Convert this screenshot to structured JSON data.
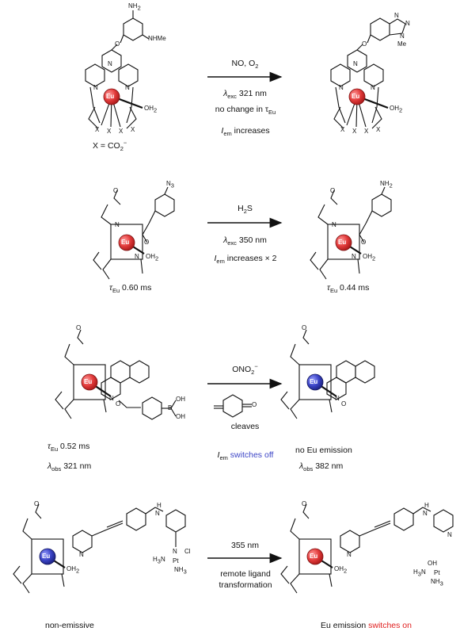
{
  "reactions": [
    {
      "reagent": "NO, O",
      "reagent_sub": "2",
      "cond_lambda": "λ",
      "cond_lambda_sub": "exc",
      "cond_value": "321 nm",
      "note_1": "no change in τ",
      "note_1_sub": "Eu",
      "note_2_i": "I",
      "note_2_sub": "em",
      "note_2_text": "increases",
      "left_label": "X = CO",
      "left_label_sub": "2",
      "left_label_sup": "−"
    },
    {
      "reagent": "H",
      "reagent_sub": "2",
      "reagent_tail": "S",
      "cond_lambda": "λ",
      "cond_lambda_sub": "exc",
      "cond_value": "350 nm",
      "note_i": "I",
      "note_sub": "em",
      "note_text": "increases × 2",
      "left_tau": "τ",
      "left_tau_sub": "Eu",
      "left_value": "0.60 ms",
      "right_tau": "τ",
      "right_tau_sub": "Eu",
      "right_value": "0.44 ms"
    },
    {
      "reagent": "ONO",
      "reagent_sub": "2",
      "reagent_sup": "−",
      "note": "cleaves",
      "note2_i": "I",
      "note2_sub": "em",
      "note2_colored": "switches off",
      "left_tau": "τ",
      "left_tau_sub": "Eu",
      "left_tau_value": "0.52 ms",
      "left_lambda": "λ",
      "left_lambda_sub": "obs",
      "left_lambda_value": "321 nm",
      "right_text": "no Eu emission",
      "right_lambda": "λ",
      "right_lambda_sub": "obs",
      "right_lambda_value": "382 nm"
    },
    {
      "reagent": "355 nm",
      "note_line1": "remote ligand",
      "note_line2": "transformation",
      "left_label": "non-emissive",
      "right_label_prefix": "Eu emission",
      "right_label_colored": "switches on"
    }
  ],
  "atoms": {
    "eu": "Eu",
    "n": "N",
    "o": "O",
    "oh2": "OH",
    "oh2_sub": "2",
    "x": "X",
    "nh2": "NH",
    "nh2_sub": "2",
    "nhme": "NHMe",
    "me": "Me",
    "n3": "N",
    "n3_sub": "3",
    "b": "B",
    "oh": "OH",
    "h": "H",
    "pt": "Pt",
    "cl": "Cl",
    "h3n": "H",
    "h3n_sub": "3",
    "h3n_tail": "N",
    "nh3": "NH",
    "nh3_sub": "3"
  },
  "colors": {
    "eu_emissive": "#e23b3b",
    "eu_quenched": "#3b44c6",
    "highlight_off": "#3b44c6",
    "highlight_on": "#e02020",
    "ink": "#111111"
  }
}
